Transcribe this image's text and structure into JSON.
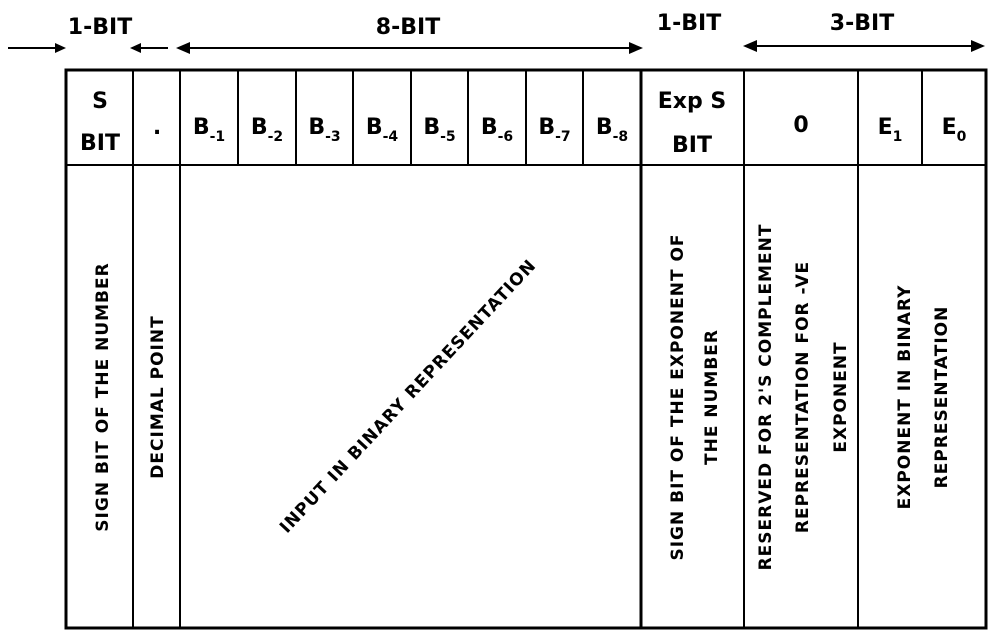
{
  "width_labels": {
    "sign": "1-BIT",
    "mantissa": "8-BIT",
    "exp_sign": "1-BIT",
    "exponent": "3-BIT"
  },
  "headers": {
    "sign_line1": "S",
    "sign_line2": "BIT",
    "decimal": ".",
    "b_prefix": "B",
    "mantissa_subscripts": [
      "-1",
      "-2",
      "-3",
      "-4",
      "-5",
      "-6",
      "-7",
      "-8"
    ],
    "exp_sign_line1": "Exp S",
    "exp_sign_line2": "BIT",
    "reserved": "0",
    "e_prefix": "E",
    "exponent_subscripts": [
      "1",
      "0"
    ]
  },
  "descriptions": {
    "sign": "SIGN BIT OF THE NUMBER",
    "decimal": "DECIMAL POINT",
    "mantissa": "INPUT IN BINARY REPRESENTATION",
    "exp_sign_line1": "SIGN BIT OF THE EXPONENT OF",
    "exp_sign_line2": "THE NUMBER",
    "reserved_line1": "RESERVED FOR 2'S COMPLEMENT",
    "reserved_line2": "REPRESENTATION FOR -VE",
    "reserved_line3": "EXPONENT",
    "exponent_line1": "EXPONENT IN BINARY",
    "exponent_line2": "REPRESENTATION"
  }
}
